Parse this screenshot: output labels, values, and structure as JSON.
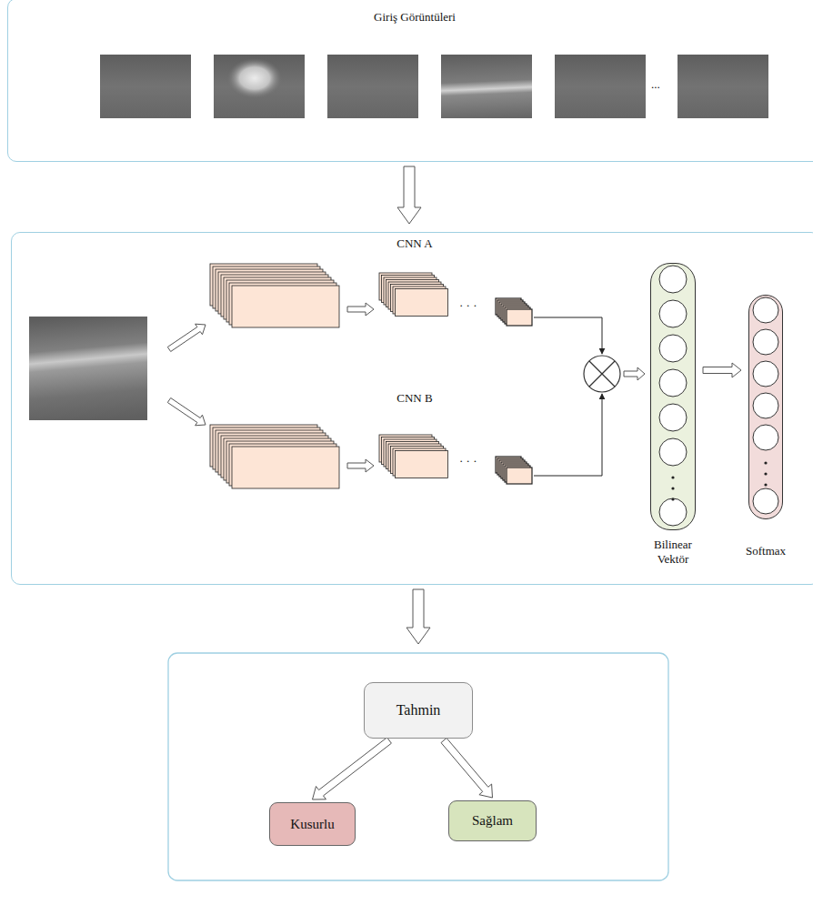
{
  "diagram": {
    "nodes": [
      {
        "text": [
          "Giriş Görüntüleri"
        ]
      },
      {
        "text": [
          "CNN A",
          "CNN B"
        ]
      },
      {
        "text": [
          "Bilinear Vektör"
        ],
        "in": 1
      },
      {
        "text": [
          "Softmax"
        ],
        "in": 1
      },
      {
        "text": [
          "Tahmin"
        ]
      },
      {
        "text": [
          "Kusurlu"
        ]
      },
      {
        "text": [
          "Sağlam"
        ]
      }
    ],
    "edges": [
      {
        "from": 0,
        "to": 1,
        "arrow": "to"
      },
      {
        "from": 2,
        "to": 3,
        "arrow": "to"
      },
      {
        "from": 1,
        "to": 4,
        "arrow": "to"
      },
      {
        "from": 4,
        "to": 5,
        "arrow": "to"
      },
      {
        "from": 4,
        "to": 6,
        "arrow": "to"
      }
    ],
    "labels": [
      "...",
      "· · ·",
      "· · ·"
    ]
  }
}
